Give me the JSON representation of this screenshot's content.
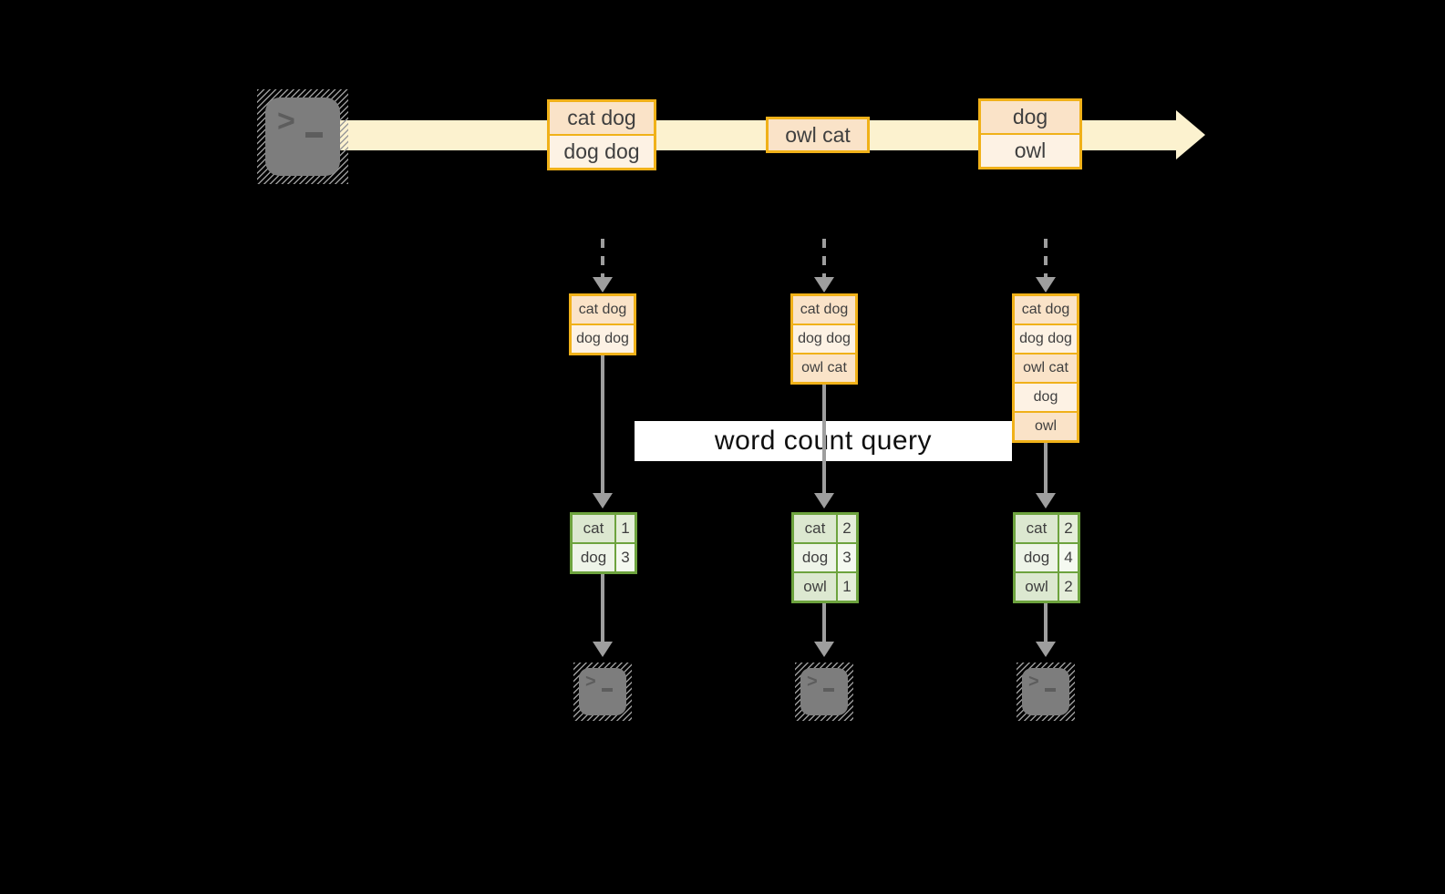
{
  "banner": {
    "label": "word count query"
  },
  "stream": {
    "source_icon": "terminal-icon",
    "batches": [
      {
        "rows": [
          "cat dog",
          "dog dog"
        ]
      },
      {
        "rows": [
          "owl cat"
        ]
      },
      {
        "rows": [
          "dog",
          "owl"
        ]
      }
    ]
  },
  "columns": [
    {
      "stack": [
        "cat dog",
        "dog dog"
      ],
      "table": [
        {
          "word": "cat",
          "count": "1"
        },
        {
          "word": "dog",
          "count": "3"
        }
      ],
      "sink_icon": "terminal-icon"
    },
    {
      "stack": [
        "cat dog",
        "dog dog",
        "owl cat"
      ],
      "table": [
        {
          "word": "cat",
          "count": "2"
        },
        {
          "word": "dog",
          "count": "3"
        },
        {
          "word": "owl",
          "count": "1"
        }
      ],
      "sink_icon": "terminal-icon"
    },
    {
      "stack": [
        "cat dog",
        "dog dog",
        "owl cat",
        "dog",
        "owl"
      ],
      "table": [
        {
          "word": "cat",
          "count": "2"
        },
        {
          "word": "dog",
          "count": "4"
        },
        {
          "word": "owl",
          "count": "2"
        }
      ],
      "sink_icon": "terminal-icon"
    }
  ],
  "colors": {
    "background": "#000000",
    "stream_band": "#fcf2cf",
    "batch_border": "#f0b119",
    "batch_fill_dark": "#fae3c8",
    "batch_fill_light": "#fdf2e4",
    "table_border": "#6da33e",
    "table_fill_dark": "#dce8d0",
    "table_fill_light": "#eef4e8",
    "arrow_gray": "#9e9e9e",
    "terminal_gray": "#7d7d7d",
    "banner_bg": "#ffffff"
  }
}
